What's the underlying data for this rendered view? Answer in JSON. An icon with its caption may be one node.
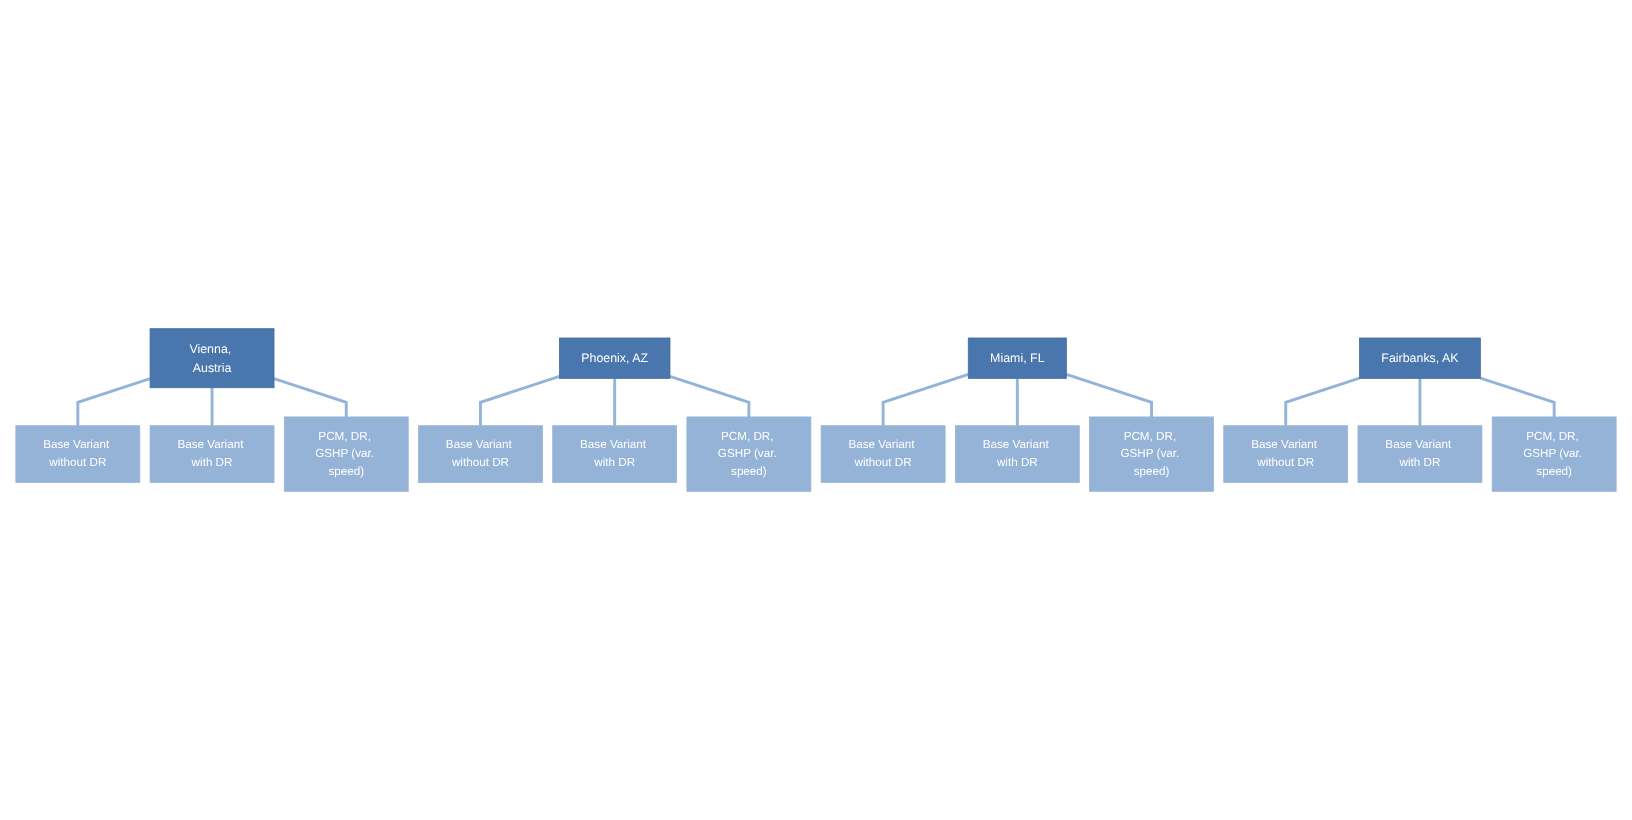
{
  "diagram": {
    "nodes": [
      {
        "text": [
          "Vienna, Austria"
        ]
      },
      {
        "text": [
          "Base Variant without DR"
        ]
      },
      {
        "text": [
          "Base Variant with DR"
        ]
      },
      {
        "text": [
          "PCM, DR, GSHP (var. speed)"
        ]
      },
      {
        "text": [
          "Phoenix, AZ"
        ]
      },
      {
        "text": [
          "Base Variant without DR"
        ]
      },
      {
        "text": [
          "Base Variant with DR"
        ]
      },
      {
        "text": [
          "PCM, DR, GSHP (var. speed)"
        ]
      },
      {
        "text": [
          "Miami, FL"
        ]
      },
      {
        "text": [
          "Base Variant without DR"
        ]
      },
      {
        "text": [
          "Base Variant with DR"
        ]
      },
      {
        "text": [
          "PCM, DR, GSHP (var. speed)"
        ]
      },
      {
        "text": [
          "Fairbanks, AK"
        ]
      },
      {
        "text": [
          "Base Variant without DR"
        ]
      },
      {
        "text": [
          "Base Variant with DR"
        ]
      },
      {
        "text": [
          "PCM, DR, GSHP (var. speed)"
        ]
      }
    ],
    "edges": [
      {
        "from": 0,
        "to": 1,
        "arrow": "none"
      },
      {
        "from": 0,
        "to": 2,
        "arrow": "none"
      },
      {
        "from": 0,
        "to": 3,
        "arrow": "none"
      },
      {
        "from": 4,
        "to": 5,
        "arrow": "none"
      },
      {
        "from": 4,
        "to": 6,
        "arrow": "none"
      },
      {
        "from": 4,
        "to": 7,
        "arrow": "none"
      },
      {
        "from": 8,
        "to": 9,
        "arrow": "none"
      },
      {
        "from": 8,
        "to": 10,
        "arrow": "none"
      },
      {
        "from": 8,
        "to": 11,
        "arrow": "none"
      },
      {
        "from": 12,
        "to": 13,
        "arrow": "none"
      },
      {
        "from": 12,
        "to": 14,
        "arrow": "none"
      },
      {
        "from": 12,
        "to": 15,
        "arrow": "none"
      }
    ]
  }
}
